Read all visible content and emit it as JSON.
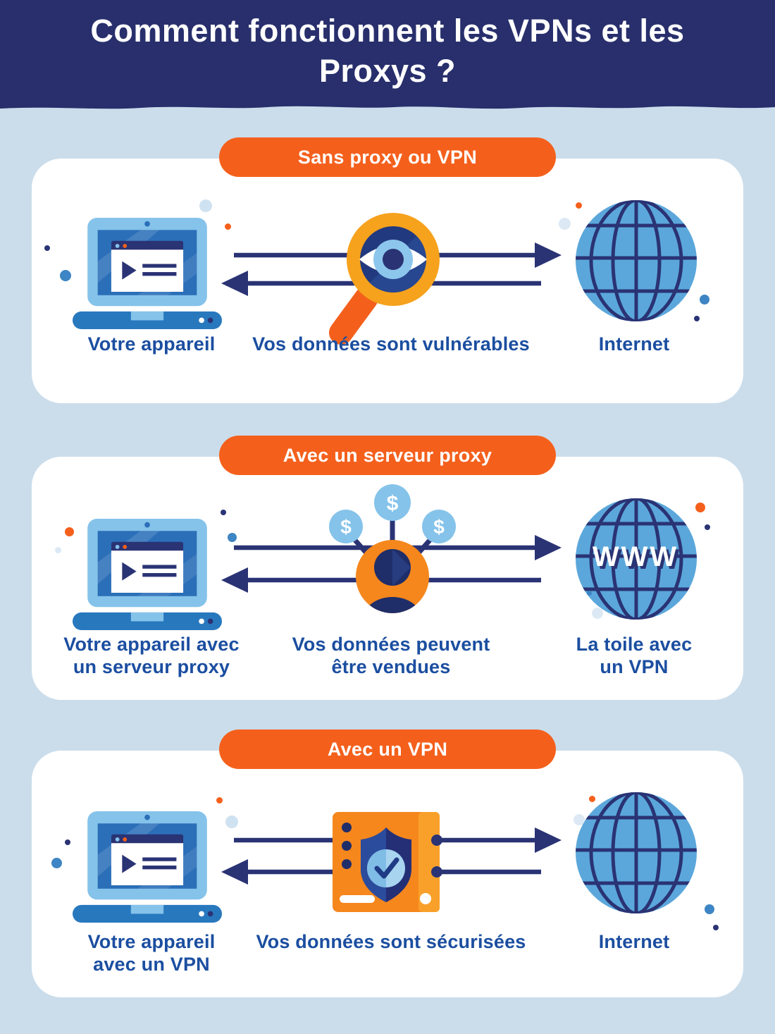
{
  "header": {
    "title": "Comment fonctionnent les VPNs et les Proxys ?"
  },
  "sections": [
    {
      "badge": "Sans proxy ou VPN",
      "left_label": "Votre appareil",
      "center_label": "Vos données sont vulnérables",
      "right_label": "Internet",
      "icons": {
        "left": "laptop-icon",
        "center": "magnifier-eye-icon",
        "right": "globe-icon"
      }
    },
    {
      "badge": "Avec un serveur proxy",
      "left_label": "Votre appareil avec un serveur proxy",
      "center_label": "Vos données peuvent être vendues",
      "right_label": "La toile avec un VPN",
      "globe_text": "WWW",
      "currency_symbol": "$",
      "icons": {
        "left": "laptop-icon",
        "center": "person-data-sold-icon",
        "right": "globe-www-icon"
      }
    },
    {
      "badge": "Avec un VPN",
      "left_label": "Votre appareil avec un VPN",
      "center_label": "Vos données sont sécurisées",
      "right_label": "Internet",
      "icons": {
        "left": "laptop-icon",
        "center": "vpn-shield-icon",
        "right": "globe-icon"
      }
    }
  ],
  "colors": {
    "background": "#CBDDEB",
    "header_navy": "#282F6C",
    "badge_orange": "#F4601C",
    "amber": "#F6A21D",
    "label_blue": "#1B4EA0",
    "line_navy": "#2A3374",
    "globe_blue": "#5BA7DB",
    "laptop_blue": "#85C3EA",
    "screen_blue": "#2B6FB8",
    "person_orange": "#F5871D"
  }
}
